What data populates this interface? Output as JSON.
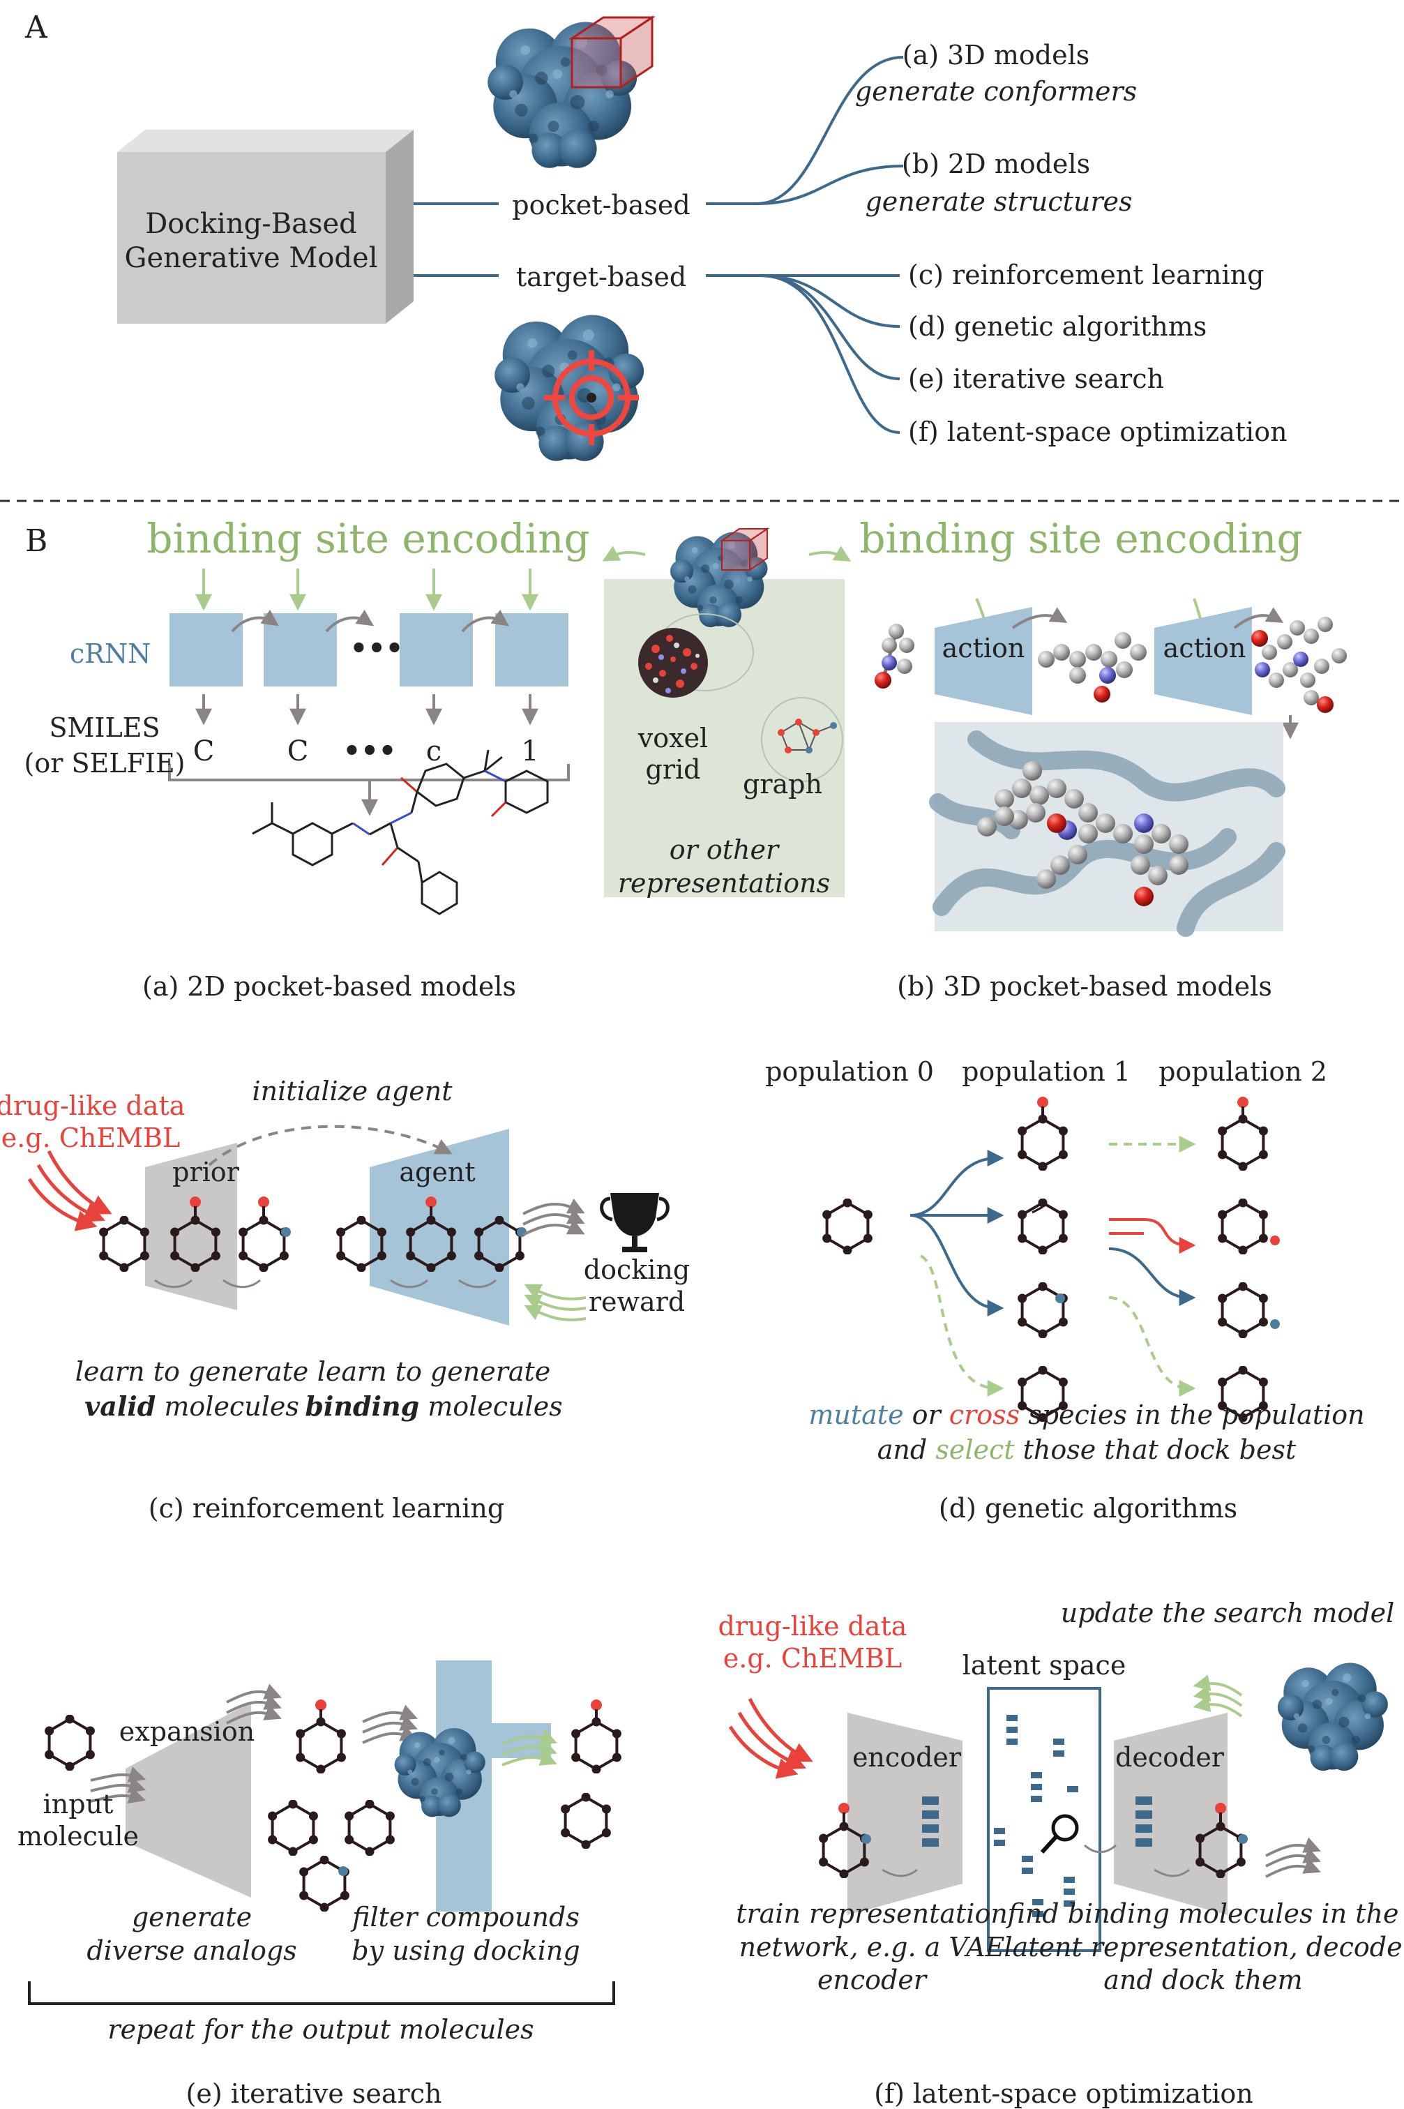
{
  "panelA": {
    "letter": "A",
    "box_line1": "Docking-Based",
    "box_line2": "Generative Model",
    "pocket": "pocket-based",
    "target": "target-based",
    "items": [
      {
        "label": "(a) 3D models",
        "sub": "generate conformers"
      },
      {
        "label": "(b) 2D models",
        "sub": "generate structures"
      },
      {
        "label": "(c) reinforcement learning",
        "sub": ""
      },
      {
        "label": "(d) genetic algorithms",
        "sub": ""
      },
      {
        "label": "(e) iterative search",
        "sub": ""
      },
      {
        "label": "(f) latent-space optimization",
        "sub": ""
      }
    ]
  },
  "panelB": {
    "letter": "B",
    "encoding_left": "binding site encoding",
    "encoding_right": "binding site encoding",
    "crnn": "cRNN",
    "smiles_line1": "SMILES",
    "smiles_line2": "(or SELFIE)",
    "tokens": [
      "C",
      "C",
      "•••",
      "c",
      "1"
    ],
    "dots": "•••",
    "voxel_line1": "voxel",
    "voxel_line2": "grid",
    "graph": "graph",
    "other_line1": "or other",
    "other_line2": "representations",
    "action1": "action",
    "action2": "action",
    "caption_a": "(a) 2D pocket-based models",
    "caption_b": "(b) 3D pocket-based models"
  },
  "panelC": {
    "drug_line1": "drug-like data",
    "drug_line2": "e.g. ChEMBL",
    "initialize": "initialize agent",
    "prior": "prior",
    "agent": "agent",
    "docking_line1": "docking",
    "docking_line2": "reward",
    "learn1_line1": "learn to generate",
    "learn1_bold": "valid",
    "learn1_rest": " molecules",
    "learn2_line1": "learn to generate",
    "learn2_bold": "binding",
    "learn2_rest": " molecules",
    "caption": "(c) reinforcement learning"
  },
  "panelD": {
    "pop0": "population 0",
    "pop1": "population 1",
    "pop2": "population 2",
    "mutate": "mutate",
    "or": " or ",
    "cross": "cross",
    "species": " species in the population",
    "and": "and ",
    "select": "select",
    "dock_best": " those that dock best",
    "caption": "(d) genetic algorithms"
  },
  "panelE": {
    "expansion": "expansion",
    "input_line1": "input",
    "input_line2": "molecule",
    "generate_line1": "generate",
    "generate_line2": "diverse analogs",
    "filter_line1": "filter compounds",
    "filter_line2": "by using docking",
    "repeat": "repeat for the output molecules",
    "caption": "(e) iterative search"
  },
  "panelF": {
    "drug_line1": "drug-like data",
    "drug_line2": "e.g. ChEMBL",
    "latent": "latent space",
    "update": "update the search model",
    "encoder": "encoder",
    "decoder": "decoder",
    "train_line1": "train representation",
    "train_line2": "network, e.g. a VAE",
    "train_line3": "encoder",
    "find_line1": "find binding molecules in the",
    "find_line2": "latent representation, decode",
    "find_line3": "and dock them",
    "caption": "(f) latent-space optimization"
  },
  "colors": {
    "protein": "#3d6a8c",
    "accent_blue": "#4d7ea0",
    "accent_green": "#8fb56b",
    "accent_red": "#e8423a",
    "gray_shape": "#c9c8c6",
    "blue_shape": "#a6c4d8",
    "green_panel": "#dde5d6",
    "atom_dark": "#2a1a1c"
  }
}
